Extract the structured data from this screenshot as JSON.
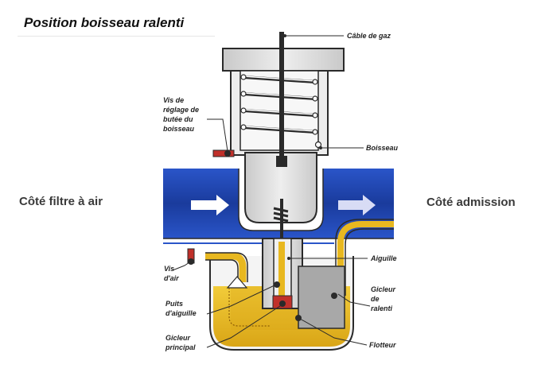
{
  "title": "Position boisseau ralenti",
  "sides": {
    "left": "Côté filtre à air",
    "right": "Côté admission"
  },
  "labels": {
    "cable_gaz": "Câble de gaz",
    "vis_reglage": [
      "Vis de",
      "réglage de",
      "butée du",
      "boisseau"
    ],
    "boisseau": "Boisseau",
    "aiguille": "Aiguille",
    "vis_air": [
      "Vis",
      "d'air"
    ],
    "gicleur_ralenti": [
      "Gicleur",
      "de",
      "ralenti"
    ],
    "puits_aiguille": [
      "Puits",
      "d'aiguille"
    ],
    "gicleur_principal": [
      "Gicleur",
      "principal"
    ],
    "flotteur": "Flotteur"
  },
  "colors": {
    "duct_blue": "#1d3fa0",
    "fuel_yellow": "#e8b820",
    "body_grey": "#d9d9d9",
    "outline": "#2a2a2a",
    "red_part": "#c0302a"
  }
}
